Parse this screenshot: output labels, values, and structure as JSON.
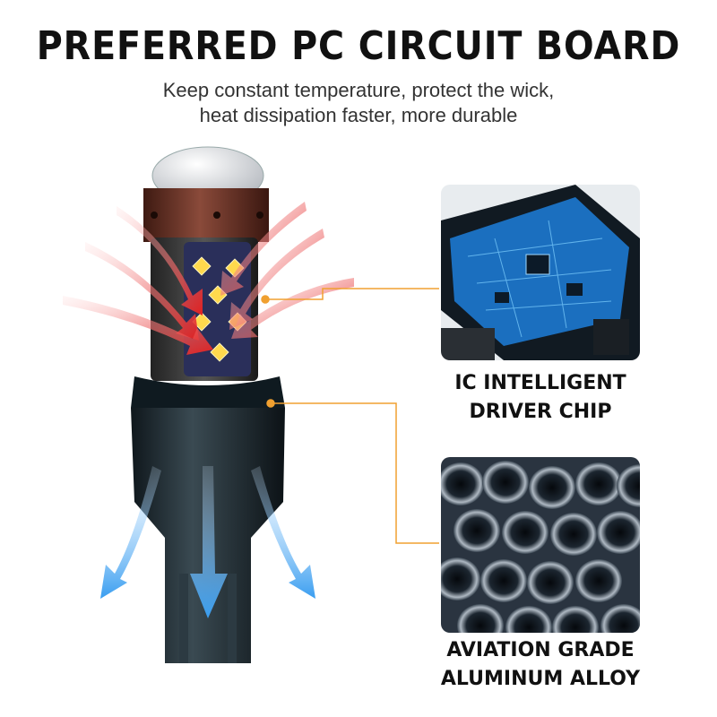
{
  "header": {
    "title": "PREFERRED PC CIRCUIT BOARD",
    "subtitle_line1": "Keep constant temperature, protect the wick,",
    "subtitle_line2": "heat dissipation faster, more durable"
  },
  "features": [
    {
      "line1": "IC INTELLIGENT",
      "line2": "DRIVER CHIP",
      "image": "circuit-board-photo"
    },
    {
      "line1": "AVIATION GRADE",
      "line2": "ALUMINUM ALLOY",
      "image": "aluminum-tubes-photo"
    }
  ],
  "colors": {
    "connector": "#f0a030",
    "heat_arrows": "#e53030",
    "air_arrows": "#4aa8f0",
    "bulb_cap": "#6b2e22",
    "bulb_base": "#1f2a30"
  }
}
